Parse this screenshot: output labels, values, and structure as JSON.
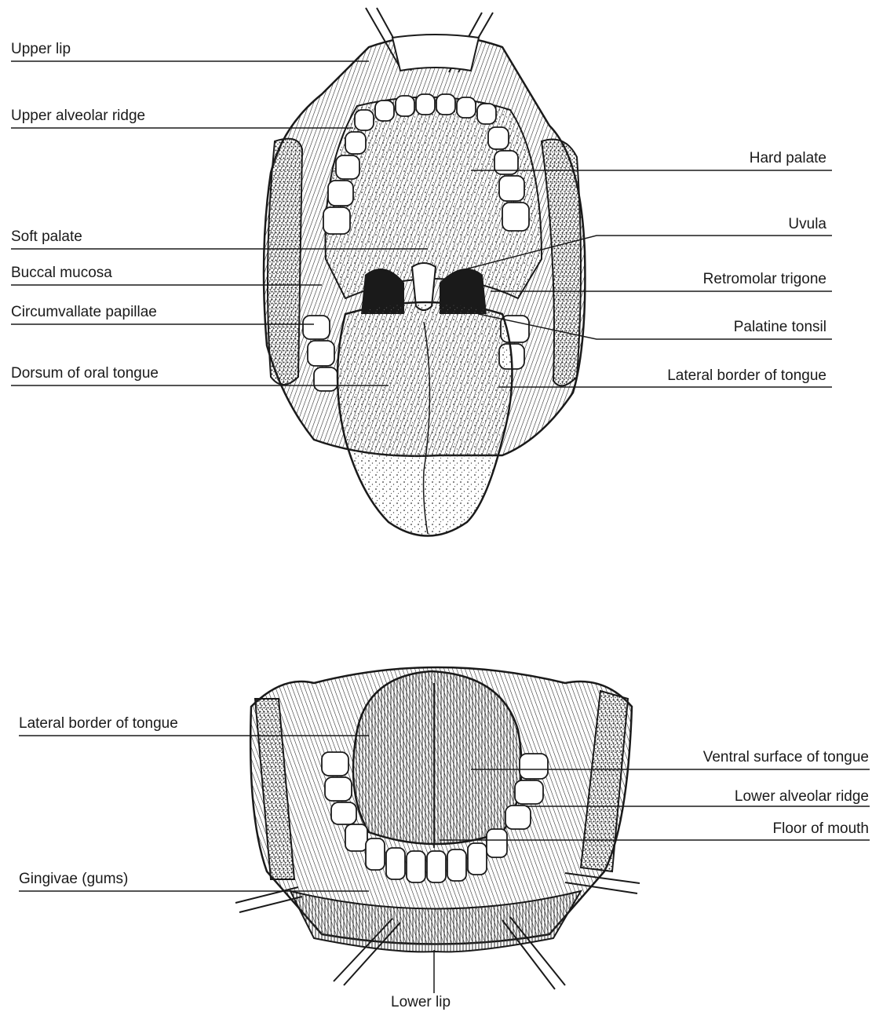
{
  "diagram": {
    "upper_view": {
      "left_labels": {
        "upper_lip": "Upper lip",
        "upper_alveolar_ridge": "Upper alveolar ridge",
        "soft_palate": "Soft palate",
        "buccal_mucosa": "Buccal mucosa",
        "circumvallate_papillae": "Circumvallate papillae",
        "dorsum_of_oral_tongue": "Dorsum of oral tongue"
      },
      "right_labels": {
        "hard_palate": "Hard palate",
        "uvula": "Uvula",
        "retromolar_trigone": "Retromolar trigone",
        "palatine_tonsil": "Palatine tonsil",
        "lateral_border_of_tongue": "Lateral border of tongue"
      }
    },
    "lower_view": {
      "left_labels": {
        "lateral_border_of_tongue": "Lateral border of tongue",
        "gingivae": "Gingivae (gums)"
      },
      "right_labels": {
        "ventral_surface_of_tongue": "Ventral surface of tongue",
        "lower_alveolar_ridge": "Lower alveolar ridge",
        "floor_of_mouth": "Floor of mouth"
      },
      "bottom_label": {
        "lower_lip": "Lower lip"
      }
    },
    "colors": {
      "ink": "#1a1a1a",
      "background": "#ffffff",
      "shade": "#d9d9d9"
    }
  }
}
